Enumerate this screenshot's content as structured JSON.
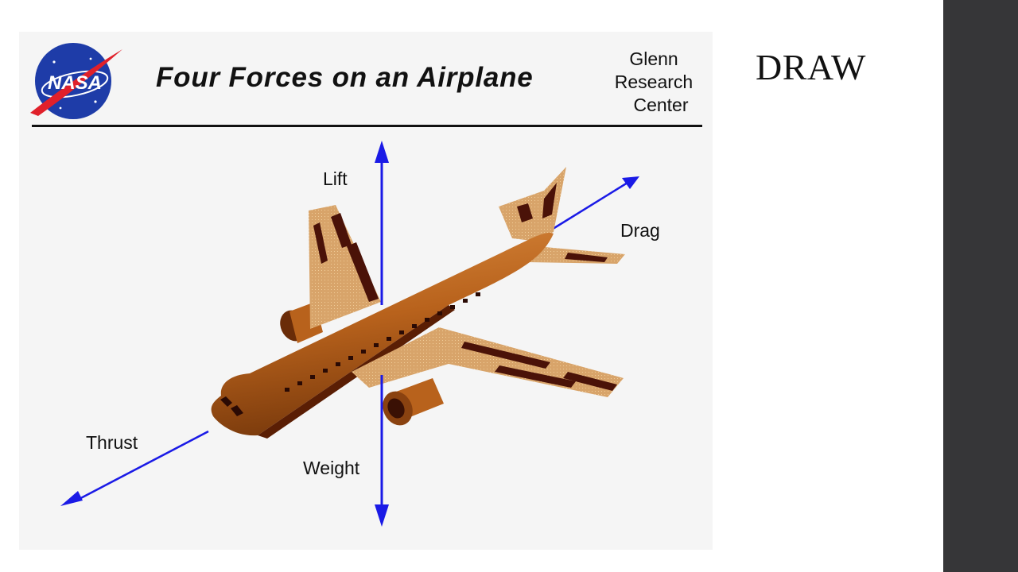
{
  "slide": {
    "heading": "DRAW",
    "sidebar_color": "#363638"
  },
  "figure": {
    "title": "Four Forces on an Airplane",
    "logo_text": "NASA",
    "organization": [
      "Glenn",
      "Research",
      "Center"
    ],
    "forces": {
      "lift": "Lift",
      "drag": "Drag",
      "thrust": "Thrust",
      "weight": "Weight"
    },
    "colors": {
      "arrow": "#1a1ae6",
      "fuselage": "#b8621c",
      "wing": "#d8a46a",
      "dark_panel": "#4a1208",
      "logo_blue": "#1e3ca8",
      "logo_red": "#e0202a"
    }
  }
}
